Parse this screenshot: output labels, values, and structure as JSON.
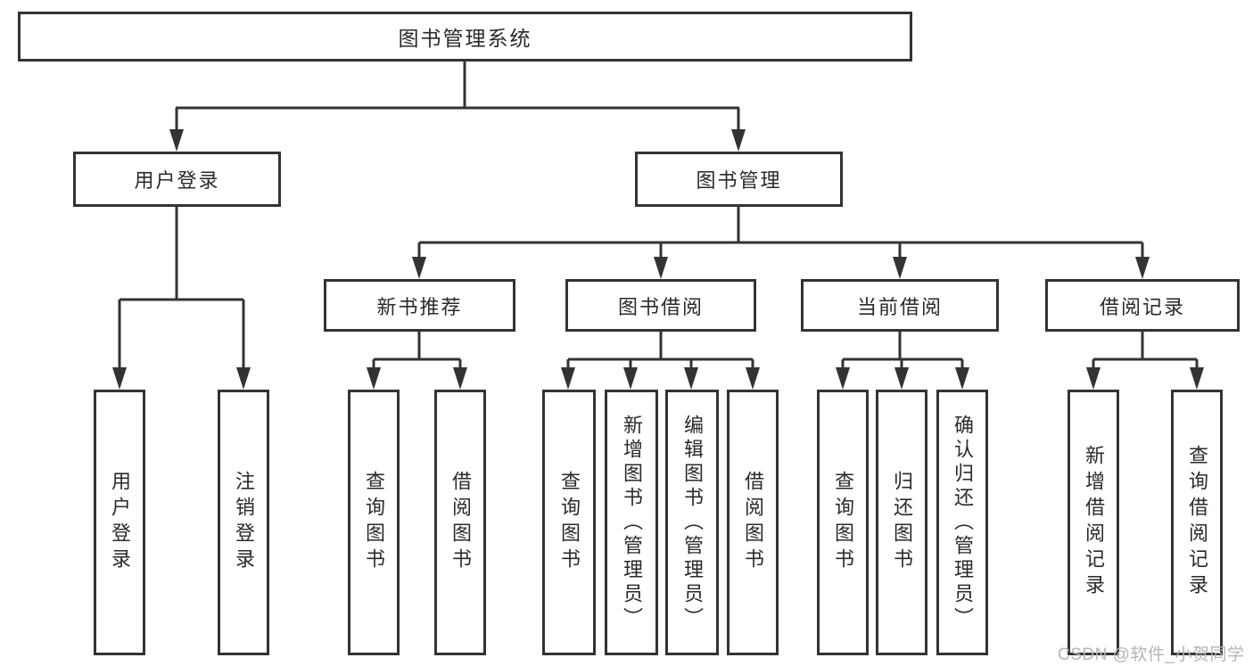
{
  "tree": {
    "root": "图书管理系统",
    "branches": [
      {
        "label": "用户登录",
        "children": [
          "用户登录",
          "注销登录"
        ]
      },
      {
        "label": "图书管理",
        "groups": [
          {
            "label": "新书推荐",
            "children": [
              "查询图书",
              "借阅图书"
            ]
          },
          {
            "label": "图书借阅",
            "children": [
              "查询图书",
              "新增图书（管理员）",
              "编辑图书（管理员）",
              "借阅图书"
            ]
          },
          {
            "label": "当前借阅",
            "children": [
              "查询图书",
              "归还图书",
              "确认归还（管理员）"
            ]
          },
          {
            "label": "借阅记录",
            "children": [
              "新增借阅记录",
              "查询借阅记录"
            ]
          }
        ]
      }
    ]
  },
  "watermark": "CSDN @软件_小贺同学",
  "colors": {
    "line": "#333333",
    "box_border": "#333333",
    "text": "#2a2a2a",
    "watermark": "#b5b5b5",
    "background": "#ffffff"
  }
}
